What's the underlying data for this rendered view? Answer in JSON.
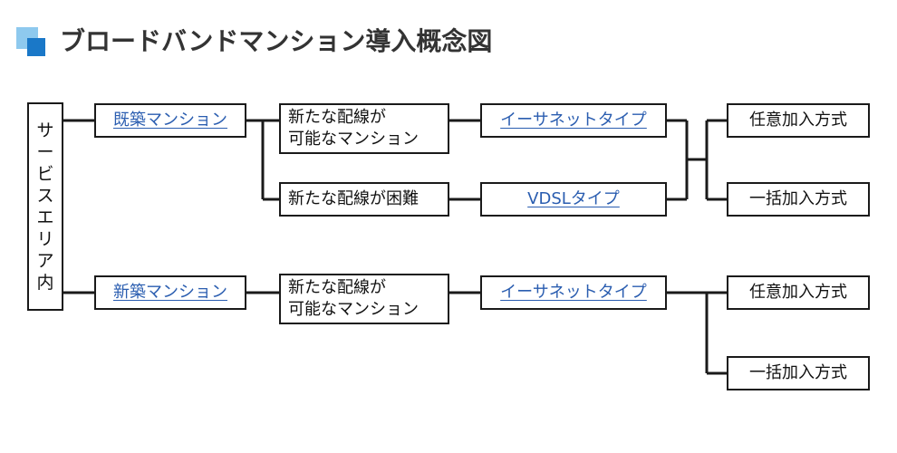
{
  "title": "ブロードバンドマンション導入概念図",
  "colors": {
    "icon_light": "#8ec9ee",
    "icon_dark": "#1a78c8",
    "link": "#2a5db0",
    "line": "#1a1a1a"
  },
  "diagram": {
    "root": "サービスエリア内",
    "root_chars": [
      "サ",
      "ー",
      "ビ",
      "ス",
      "エ",
      "リ",
      "ア",
      "内"
    ],
    "existing": {
      "label": "既築マンション",
      "wiring_possible": [
        "新たな配線が",
        "可能なマンション"
      ],
      "wiring_difficult": "新たな配線が困難",
      "ethernet": "イーサネットタイプ",
      "vdsl": "VDSLタイプ",
      "plan_any": "任意加入方式",
      "plan_bulk": "一括加入方式"
    },
    "new": {
      "label": "新築マンション",
      "wiring_possible": [
        "新たな配線が",
        "可能なマンション"
      ],
      "ethernet": "イーサネットタイプ",
      "plan_any": "任意加入方式",
      "plan_bulk": "一括加入方式"
    }
  }
}
